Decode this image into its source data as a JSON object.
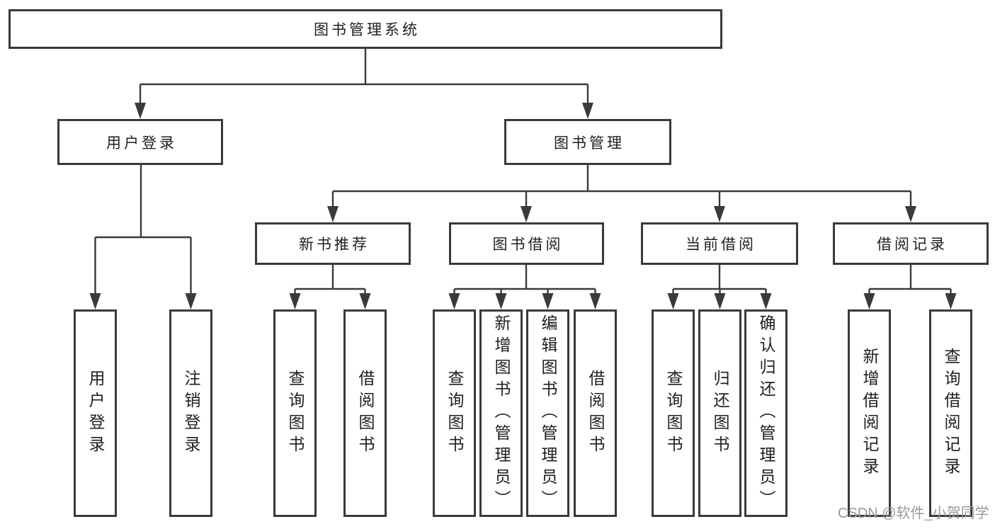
{
  "colors": {
    "line": "#3a3a3a",
    "box_border": "#3a3a3a",
    "text": "#1f1f1f",
    "background": "#ffffff",
    "watermark": "#999999"
  },
  "tree": {
    "root": {
      "label": "图书管理系统"
    },
    "branches": [
      {
        "label": "用户登录",
        "children": [
          {
            "label": "用户登录"
          },
          {
            "label": "注销登录"
          }
        ]
      },
      {
        "label": "图书管理",
        "children": [
          {
            "label": "新书推荐",
            "children": [
              {
                "label": "查询图书"
              },
              {
                "label": "借阅图书"
              }
            ]
          },
          {
            "label": "图书借阅",
            "children": [
              {
                "label": "查询图书"
              },
              {
                "label": "新增图书（管理员）"
              },
              {
                "label": "编辑图书（管理员）"
              },
              {
                "label": "借阅图书"
              }
            ]
          },
          {
            "label": "当前借阅",
            "children": [
              {
                "label": "查询图书"
              },
              {
                "label": "归还图书"
              },
              {
                "label": "确认归还（管理员）"
              }
            ]
          },
          {
            "label": "借阅记录",
            "children": [
              {
                "label": "新增借阅记录"
              },
              {
                "label": "查询借阅记录"
              }
            ]
          }
        ]
      }
    ]
  },
  "watermark": {
    "text": "CSDN @软件_小贺同学"
  }
}
